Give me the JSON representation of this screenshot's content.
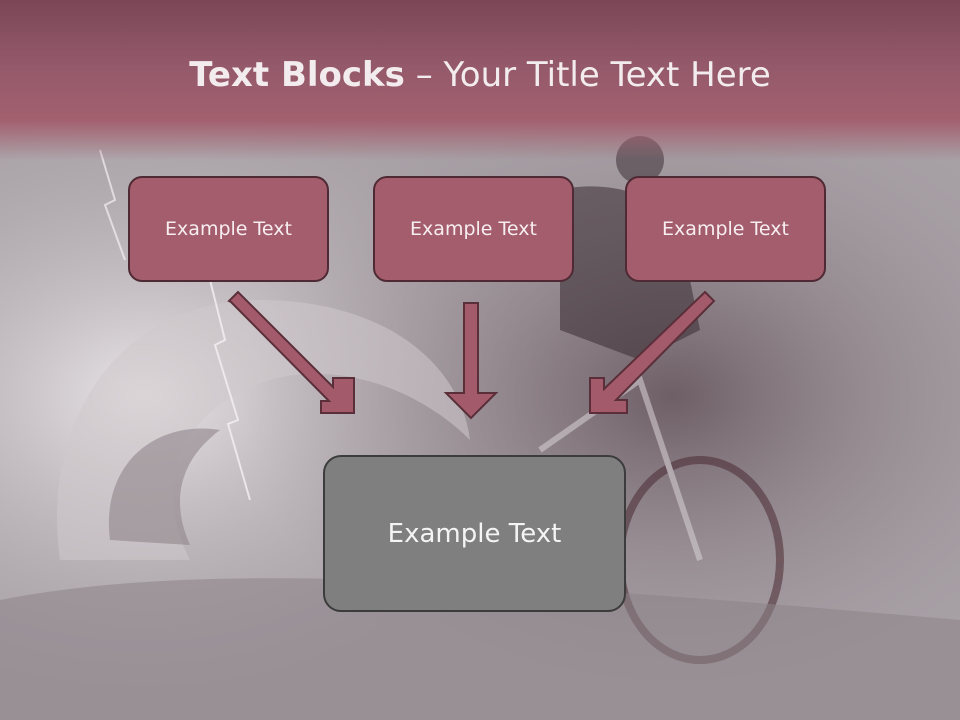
{
  "title": {
    "bold": "Text Blocks",
    "dash": " – ",
    "rest": "Your Title Text Here"
  },
  "boxes": {
    "top_left": "Example Text",
    "top_center": "Example Text",
    "top_right": "Example Text",
    "bottom": "Example Text"
  },
  "colors": {
    "header": "#93596a",
    "box_fill": "#a45d6d",
    "box_border": "#4f2a34",
    "bottom_fill": "#7f7f7f",
    "arrow_fill": "#a35b6b"
  }
}
